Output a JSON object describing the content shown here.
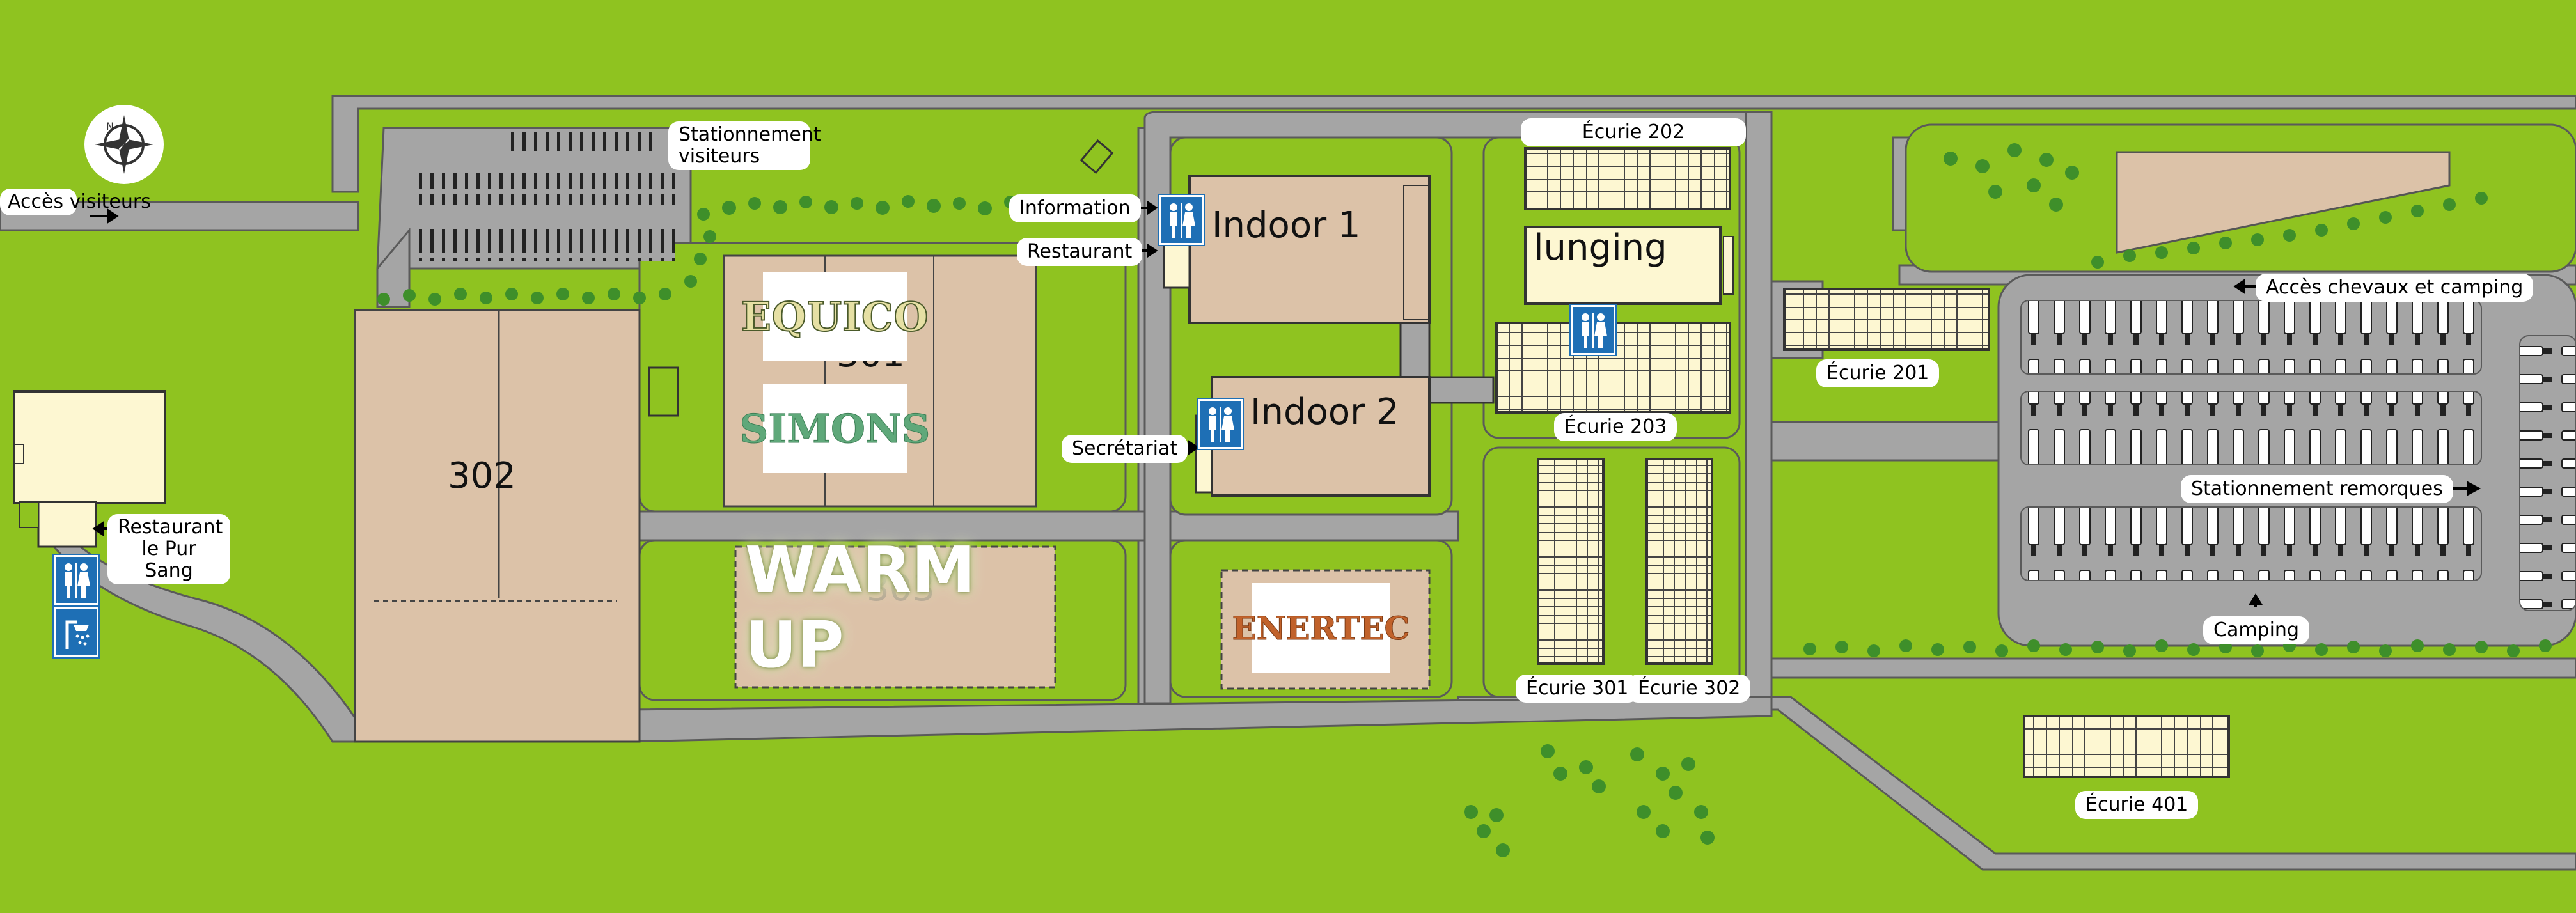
{
  "labels": {
    "acces_visiteurs": "Accès visiteurs",
    "stationnement_visiteurs": "Stationnement visiteurs",
    "information": "Information",
    "restaurant": "Restaurant",
    "secretariat": "Secrétariat",
    "restaurant_pur_sang": "Restaurant le Pur Sang",
    "ecurie_202": "Écurie 202",
    "ecurie_201": "Écurie 201",
    "ecurie_203": "Écurie 203",
    "ecurie_301": "Écurie 301",
    "ecurie_302": "Écurie 302",
    "ecurie_401": "Écurie 401",
    "acces_chevaux": "Accès chevaux et camping",
    "stationnement_remorques": "Stationnement remorques",
    "camping": "Camping"
  },
  "arenas": {
    "indoor1": "Indoor 1",
    "indoor2": "Indoor 2",
    "lunging": "lunging",
    "ring_302": "302",
    "ring_301": "301",
    "ring_303": "303"
  },
  "sponsors": {
    "equico": "EQUICO",
    "simons": "SIMONS",
    "warm_up": "WARM UP",
    "enertec": "ENERTEC"
  },
  "colors": {
    "grass": "#8fc320",
    "road": "#a5a5a5",
    "building": "#dcc2a8",
    "stable": "#fdf7d2",
    "sign_blue": "#1e6fb5",
    "tree": "#3e8f2a"
  },
  "icons": [
    "compass-icon",
    "restroom-icon",
    "shower-icon",
    "arrow-icon"
  ]
}
